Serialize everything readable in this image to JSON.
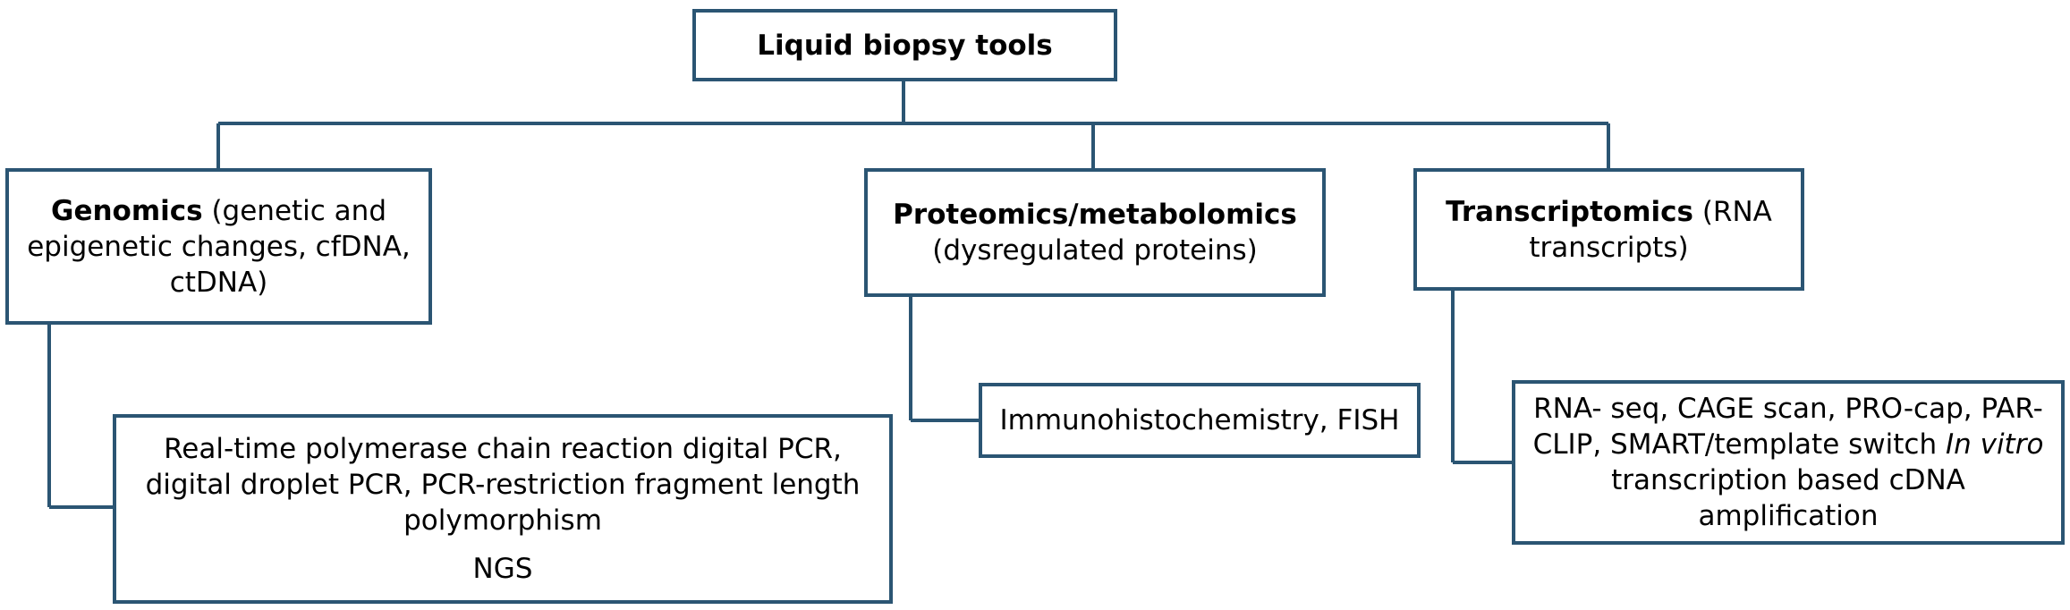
{
  "diagram": {
    "root": {
      "label": "Liquid biopsy tools"
    },
    "branches": [
      {
        "id": "genomics",
        "title": "Genomics",
        "description": " (genetic and epigenetic changes, cfDNA, ctDNA)",
        "method": {
          "text": "Real-time polymerase chain reaction digital PCR, digital droplet PCR, PCR-restriction fragment length polymorphism",
          "extra": "NGS"
        }
      },
      {
        "id": "proteomics",
        "title": "Proteomics/metabolomics",
        "description": "(dysregulated proteins)",
        "method": {
          "text": "Immunohistochemistry, FISH"
        }
      },
      {
        "id": "transcriptomics",
        "title": "Transcriptomics",
        "description": " (RNA transcripts)",
        "method": {
          "text_before_italic": "RNA- seq, CAGE scan, PRO-cap, PAR-CLIP, SMART/template switch ",
          "italic": "In vitro",
          "text_after_italic": " transcription based cDNA amplification"
        }
      }
    ]
  },
  "colors": {
    "stroke": "#2b5573",
    "background": "#ffffff",
    "text": "#000000"
  }
}
